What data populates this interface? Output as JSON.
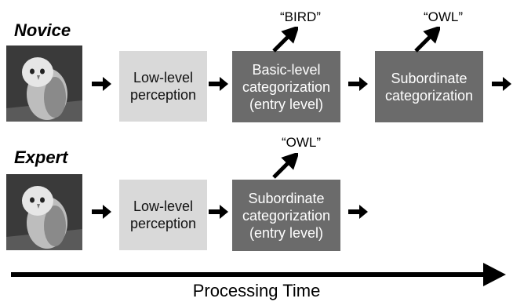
{
  "novice": {
    "label": "Novice",
    "step1": "Low-level perception",
    "step2": "Basic-level categorization (entry level)",
    "step2_output": "“BIRD”",
    "step3": "Subordinate categorization",
    "step3_output": "“OWL”"
  },
  "expert": {
    "label": "Expert",
    "step1": "Low-level perception",
    "step2": "Subordinate categorization (entry level)",
    "step2_output": "“OWL”"
  },
  "axis": {
    "label": "Processing Time"
  },
  "colors": {
    "light_box": "#d9d9d9",
    "dark_box": "#6b6b6b",
    "arrow": "#000000"
  },
  "icons": [
    "owl-photo",
    "right-arrow-icon",
    "up-right-arrow-icon"
  ]
}
